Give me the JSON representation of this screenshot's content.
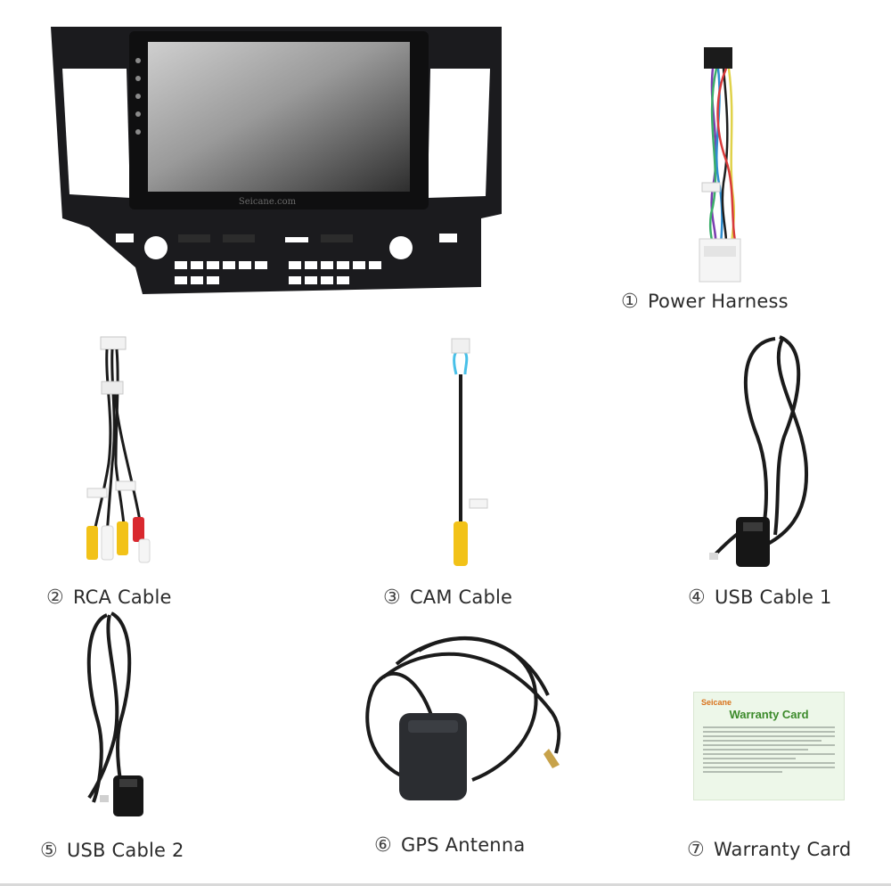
{
  "brand_watermark": "Seicane.com",
  "items": [
    {
      "num": "①",
      "label": "Power Harness"
    },
    {
      "num": "②",
      "label": "RCA Cable"
    },
    {
      "num": "③",
      "label": "CAM Cable"
    },
    {
      "num": "④",
      "label": "USB Cable 1"
    },
    {
      "num": "⑤",
      "label": "USB Cable 2"
    },
    {
      "num": "⑥",
      "label": "GPS Antenna"
    },
    {
      "num": "⑦",
      "label": "Warranty Card"
    }
  ],
  "warranty_card": {
    "brand": "Seicane",
    "title": "Warranty Card"
  },
  "colors": {
    "frame": "#1b1b1e",
    "card_bg": "#edf7e9",
    "card_title": "#3b8a2a"
  }
}
